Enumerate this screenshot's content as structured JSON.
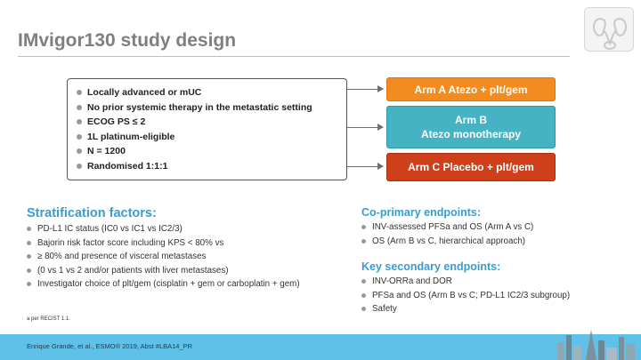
{
  "title": "IMvigor130 study design",
  "criteria": [
    "Locally advanced or mUC",
    "No prior systemic therapy in the metastatic  setting",
    "ECOG PS ≤ 2",
    "1L platinum-eligible",
    "N = 1200",
    "Randomised 1:1:1"
  ],
  "arms": {
    "a": "Arm A  Atezo + plt/gem",
    "b_line1": "Arm B",
    "b_line2": "Atezo monotherapy",
    "c": "Arm C  Placebo + plt/gem"
  },
  "stratification": {
    "heading": "Stratification factors:",
    "items": [
      "PD-L1 IC status (IC0 vs IC1 vs IC2/3)",
      "Bajorin risk factor score including KPS < 80% vs",
      "≥ 80% and presence of visceral metastases",
      "(0 vs 1 vs 2 and/or patients with liver metastases)",
      "Investigator choice of plt/gem  (cisplatin + gem or carboplatin + gem)"
    ]
  },
  "coprimary": {
    "heading": "Co-primary endpoints:",
    "items": [
      "INV-assessed PFSa and OS (Arm A vs C)",
      "OS (Arm B vs C, hierarchical approach)"
    ]
  },
  "secondary": {
    "heading": "Key secondary endpoints:",
    "items": [
      "INV-ORRa and DOR",
      "PFSa and OS (Arm B vs C; PD-L1 IC2/3  subgroup)",
      "Safety"
    ]
  },
  "footnote": "a per RECIST 1.1.",
  "footer": "Enrique Grande, et al., ESMO® 2019, Abst #LBA14_PR",
  "colors": {
    "arm_a": "#f28c1e",
    "arm_b": "#45b3c4",
    "arm_c": "#cf3f1a",
    "heading": "#3a9ccd",
    "footer_band": "#5fc1e8"
  }
}
